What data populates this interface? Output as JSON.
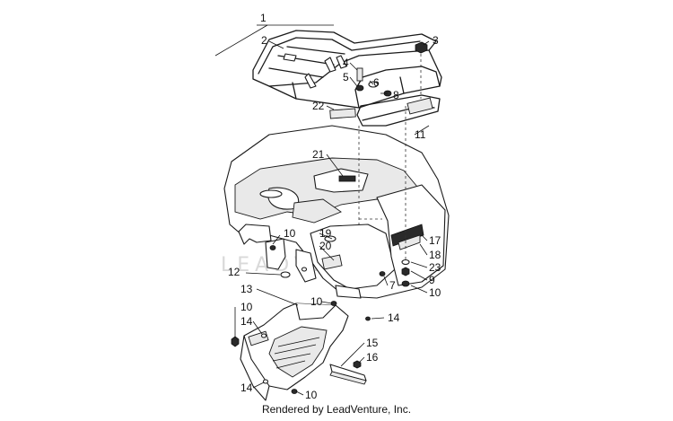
{
  "watermark": "LEADVENTURE",
  "footer": "Rendered by LeadVenture, Inc.",
  "callouts": [
    {
      "id": "c1",
      "text": "1"
    },
    {
      "id": "c2",
      "text": "2"
    },
    {
      "id": "c3",
      "text": "3"
    },
    {
      "id": "c4",
      "text": "4"
    },
    {
      "id": "c5",
      "text": "5"
    },
    {
      "id": "c6",
      "text": "6"
    },
    {
      "id": "c8",
      "text": "8"
    },
    {
      "id": "c22",
      "text": "22"
    },
    {
      "id": "c11",
      "text": "11"
    },
    {
      "id": "c21",
      "text": "21"
    },
    {
      "id": "c10a",
      "text": "10"
    },
    {
      "id": "c19",
      "text": "19"
    },
    {
      "id": "c20",
      "text": "20"
    },
    {
      "id": "c17",
      "text": "17"
    },
    {
      "id": "c18",
      "text": "18"
    },
    {
      "id": "c23",
      "text": "23"
    },
    {
      "id": "c9",
      "text": "9"
    },
    {
      "id": "c10b",
      "text": "10"
    },
    {
      "id": "c12",
      "text": "12"
    },
    {
      "id": "c7",
      "text": "7"
    },
    {
      "id": "c13",
      "text": "13"
    },
    {
      "id": "c10c",
      "text": "10"
    },
    {
      "id": "c10d",
      "text": "10"
    },
    {
      "id": "c14a",
      "text": "14"
    },
    {
      "id": "c14b",
      "text": "14"
    },
    {
      "id": "c15",
      "text": "15"
    },
    {
      "id": "c16",
      "text": "16"
    },
    {
      "id": "c14c",
      "text": "14"
    },
    {
      "id": "c10e",
      "text": "10"
    }
  ]
}
